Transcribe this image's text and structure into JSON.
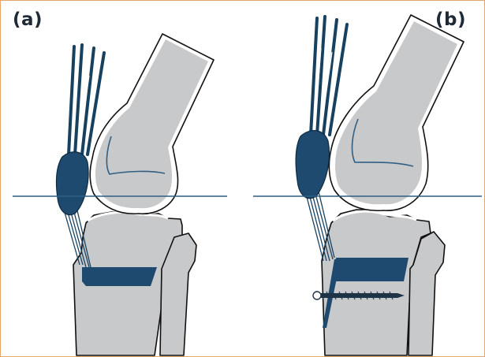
{
  "panels": [
    {
      "id": "a",
      "label": "(a)"
    },
    {
      "id": "b",
      "label": "(b)"
    }
  ],
  "colors": {
    "bone_fill": "#c8c9cb",
    "bone_outline": "#111111",
    "cartilage": "#ffffff",
    "tendon_navy": "#17415f",
    "patella_fill": "#1d4a6e",
    "reference_line": "#2f5f84",
    "screw": "#1e3346",
    "frame_border": "#e8a56a"
  },
  "icons": [
    "femur",
    "tibia",
    "fibula",
    "patella",
    "quadriceps-tendon",
    "patellar-tendon",
    "bone-block",
    "interference-screw",
    "joint-line"
  ]
}
